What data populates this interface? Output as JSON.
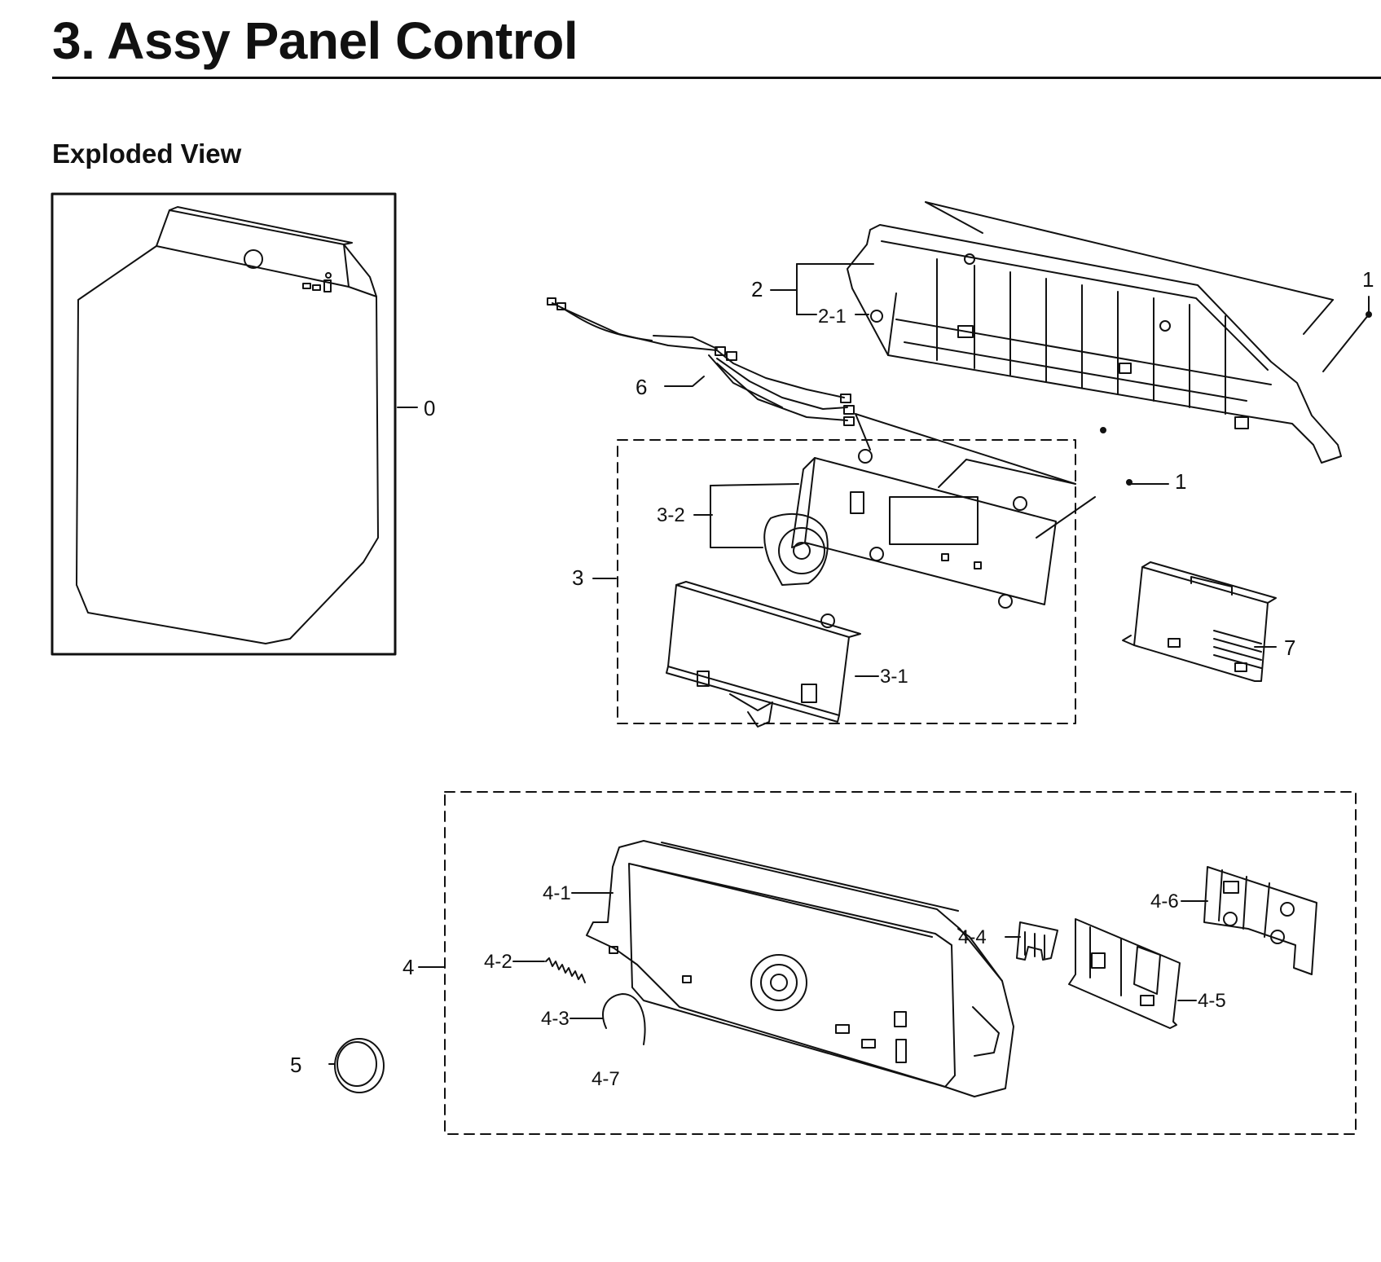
{
  "page": {
    "section_title": "3.  Assy Panel Control",
    "subtitle": "Exploded View"
  },
  "callouts": {
    "c0": "0",
    "c1_top": "1",
    "c1_mid": "1",
    "c2": "2",
    "c2_1": "2-1",
    "c3": "3",
    "c3_1": "3-1",
    "c3_2": "3-2",
    "c4": "4",
    "c4_1": "4-1",
    "c4_2": "4-2",
    "c4_3": "4-3",
    "c4_4": "4-4",
    "c4_5": "4-5",
    "c4_6": "4-6",
    "c4_7": "4-7",
    "c5": "5",
    "c6": "6",
    "c7": "7"
  },
  "colors": {
    "ink": "#111111",
    "paper": "#ffffff"
  }
}
